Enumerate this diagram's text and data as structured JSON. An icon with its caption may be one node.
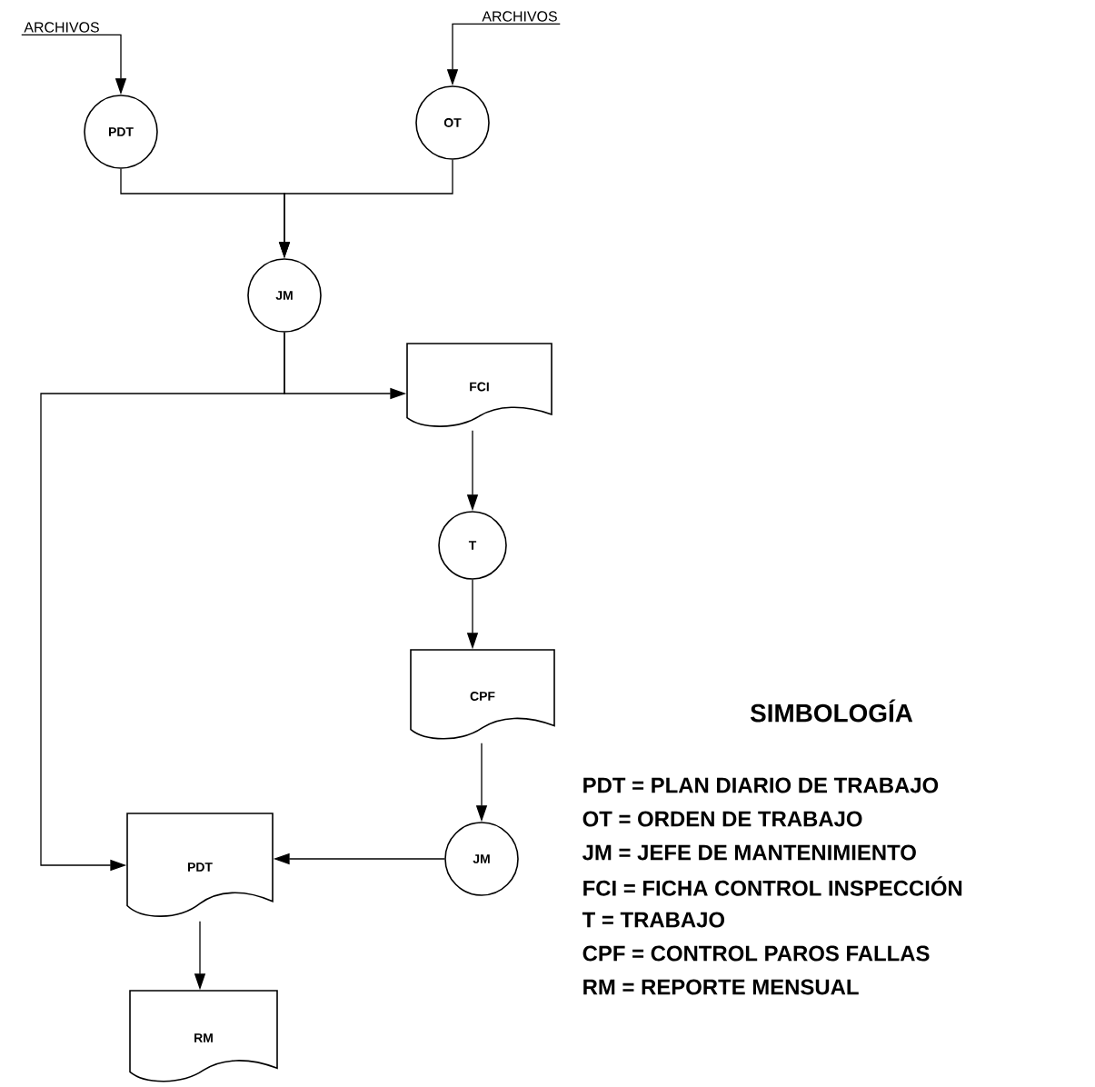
{
  "diagram": {
    "nodes": [
      {
        "text": [
          "ARCHIVOS"
        ]
      },
      {
        "text": [
          "ARCHIVOS"
        ]
      },
      {
        "text": [
          "PDT"
        ]
      },
      {
        "text": [
          "OT"
        ]
      },
      {
        "text": [
          "JM"
        ]
      },
      {
        "text": [
          "FCI"
        ]
      },
      {
        "text": [
          "T"
        ]
      },
      {
        "text": [
          "CPF"
        ]
      },
      {
        "text": [
          "JM"
        ]
      },
      {
        "text": [
          "PDT"
        ]
      },
      {
        "text": [
          "RM"
        ]
      }
    ],
    "edges": [
      {
        "from": 0,
        "to": 2,
        "arrow": "to"
      },
      {
        "from": 1,
        "to": 3,
        "arrow": "to"
      },
      {
        "from": 2,
        "to": 4,
        "arrow": "to"
      },
      {
        "from": 3,
        "to": 4,
        "arrow": "to"
      },
      {
        "from": 4,
        "to": 5,
        "arrow": "to"
      },
      {
        "from": 4,
        "to": 9,
        "arrow": "to"
      },
      {
        "from": 5,
        "to": 6,
        "arrow": "to"
      },
      {
        "from": 6,
        "to": 7,
        "arrow": "to"
      },
      {
        "from": 7,
        "to": 8,
        "arrow": "to"
      },
      {
        "from": 8,
        "to": 9,
        "arrow": "to"
      },
      {
        "from": 9,
        "to": 10,
        "arrow": "to"
      }
    ],
    "labels": [
      "SIMBOLOGÍA",
      "PDT = PLAN DIARIO DE TRABAJO",
      "OT = ORDEN DE TRABAJO",
      "JM = JEFE DE MANTENIMIENTO",
      "FCI = FICHA CONTROL INSPECCIÓN",
      "T = TRABAJO",
      "CPF = CONTROL PAROS FALLAS",
      "RM = REPORTE MENSUAL"
    ]
  }
}
